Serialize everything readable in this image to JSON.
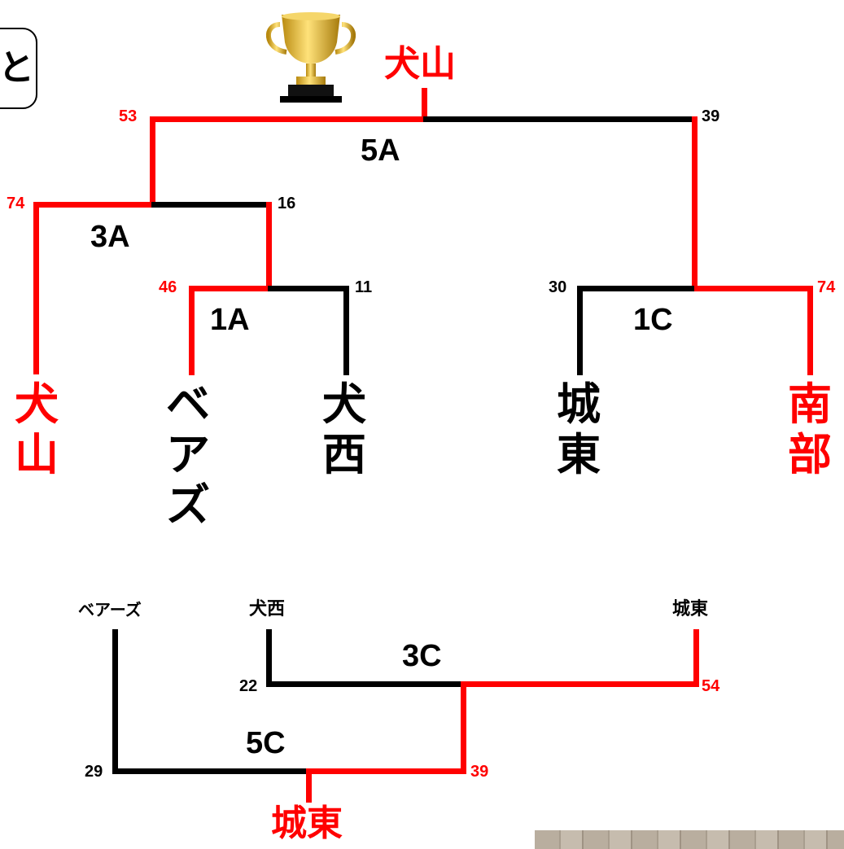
{
  "colors": {
    "winner": "#ff0000",
    "loser": "#000000"
  },
  "tab": {
    "label": "と"
  },
  "trophy": {
    "icon": "trophy-icon"
  },
  "bracket_a": {
    "champion": "犬山",
    "final": {
      "game": "5A",
      "left_score": "53",
      "right_score": "39"
    },
    "semi": {
      "game": "3A",
      "left_score": "74",
      "right_score": "16"
    },
    "q1a": {
      "game": "1A",
      "left_score": "46",
      "right_score": "11"
    },
    "q1c": {
      "game": "1C",
      "left_score": "30",
      "right_score": "74"
    },
    "teams": {
      "inuyama": "犬山",
      "bears": "ベアズ",
      "inunishi": "犬西",
      "joto": "城東",
      "nanbu": "南部"
    }
  },
  "bracket_c": {
    "teams": {
      "bears": "ベアーズ",
      "inunishi": "犬西",
      "joto": "城東"
    },
    "g3c": {
      "game": "3C",
      "left_score": "22",
      "right_score": "54"
    },
    "g5c": {
      "game": "5C",
      "left_score": "29",
      "right_score": "39"
    },
    "winner": "城東"
  }
}
